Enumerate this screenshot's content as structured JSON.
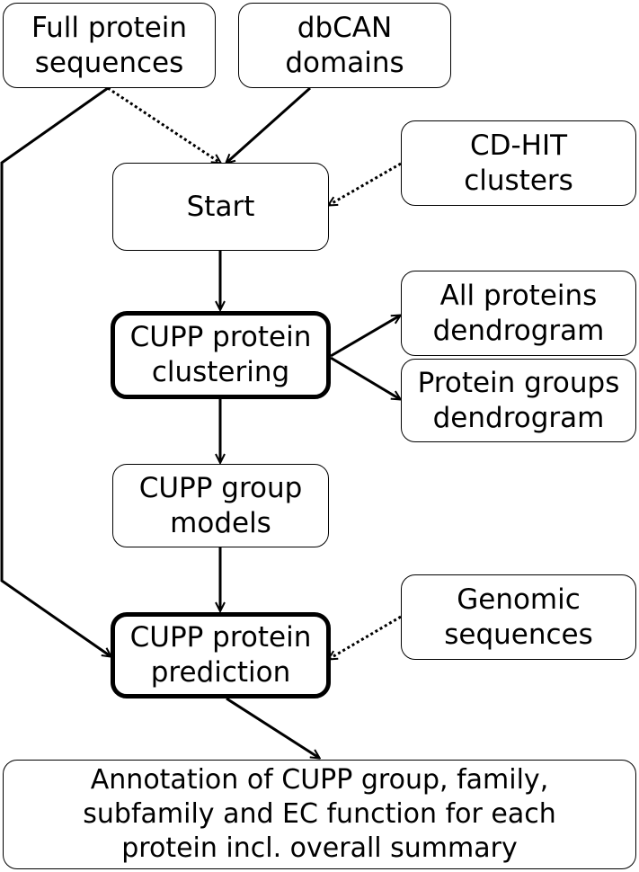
{
  "nodes": {
    "full_protein": {
      "lines": [
        "Full protein",
        "sequences"
      ]
    },
    "dbcan": {
      "lines": [
        "dbCAN",
        "domains"
      ]
    },
    "cdhit": {
      "lines": [
        "CD-HIT",
        "clusters"
      ]
    },
    "start": {
      "lines": [
        "Start"
      ]
    },
    "clustering": {
      "lines": [
        "CUPP protein",
        "clustering"
      ]
    },
    "all_dendro": {
      "lines": [
        "All proteins",
        "dendrogram"
      ]
    },
    "group_dendro": {
      "lines": [
        "Protein groups",
        "dendrogram"
      ]
    },
    "group_models": {
      "lines": [
        "CUPP group",
        "models"
      ]
    },
    "genomic": {
      "lines": [
        "Genomic",
        "sequences"
      ]
    },
    "prediction": {
      "lines": [
        "CUPP protein",
        "prediction"
      ]
    },
    "annotation": {
      "lines": [
        "Annotation of CUPP group, family,",
        "subfamily and EC function for each",
        "protein incl. overall summary"
      ]
    }
  }
}
